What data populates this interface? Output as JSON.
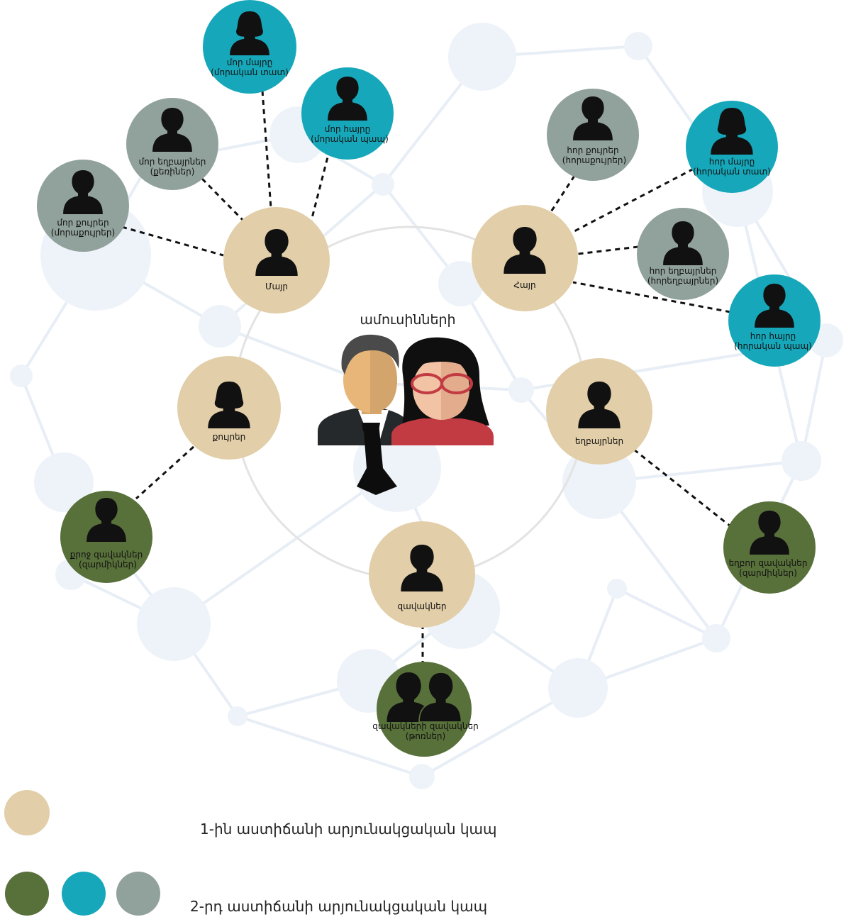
{
  "center": {
    "title": "ամուսինների"
  },
  "colors": {
    "first_degree": "#e2cea8",
    "second_dark_green": "#58703a",
    "second_teal": "#16a8ba",
    "second_gray": "#91a19b",
    "connector": "#111111",
    "ring": "#e3e3e3",
    "background_network": "#eef3f9"
  },
  "nodes": {
    "mother": {
      "label": "Մայր",
      "icon": "man-silhouette-icon"
    },
    "father": {
      "label": "Հայր",
      "icon": "man-silhouette-icon"
    },
    "sisters": {
      "label": "քույրեր",
      "icon": "woman-silhouette-icon"
    },
    "brothers": {
      "label": "եղբայրներ",
      "icon": "man-silhouette-icon"
    },
    "children": {
      "label": "զավակներ",
      "icon": "man-silhouette-icon"
    },
    "mothers_mother": {
      "line1": "մոր մայրը",
      "line2": "(մորական տատ)",
      "icon": "woman-silhouette-icon"
    },
    "mothers_father": {
      "line1": "մոր հայրը",
      "line2": "(մորական պապ)",
      "icon": "man-silhouette-icon"
    },
    "mothers_brothers": {
      "line1": "մոր եղբայրներ",
      "line2": "(քեռիներ)",
      "icon": "man-silhouette-icon"
    },
    "mothers_sisters": {
      "line1": "մոր քույրեր",
      "line2": "(մորաքույրեր)",
      "icon": "man-silhouette-icon"
    },
    "fathers_sisters": {
      "line1": "հոր քույրեր",
      "line2": "(հորաքույրեր)",
      "icon": "man-silhouette-icon"
    },
    "fathers_mother": {
      "line1": "հոր մայրը",
      "line2": "(հորական տատ)",
      "icon": "woman-silhouette-icon"
    },
    "fathers_brothers": {
      "line1": "հոր եղբայրներ",
      "line2": "(հորեղբայրներ)",
      "icon": "man-silhouette-icon"
    },
    "fathers_father": {
      "line1": "հոր հայրը",
      "line2": "(հորական պապ)",
      "icon": "man-silhouette-icon"
    },
    "sisters_children": {
      "line1": "քրոջ զավակներ",
      "line2": "(զարմիկներ)",
      "icon": "man-silhouette-icon"
    },
    "brothers_children": {
      "line1": "եղբոր զավակներ",
      "line2": "(զարմիկներ)",
      "icon": "man-silhouette-icon"
    },
    "grandchildren": {
      "line1": "զավակների զավակներ",
      "line2": "(թոռներ)",
      "icon": "two-people-silhouette-icon"
    }
  },
  "legend": {
    "first": "1-ին աստիճանի արյունակցական կապ",
    "second": "2-րդ աստիճանի արյունակցական կապ"
  }
}
